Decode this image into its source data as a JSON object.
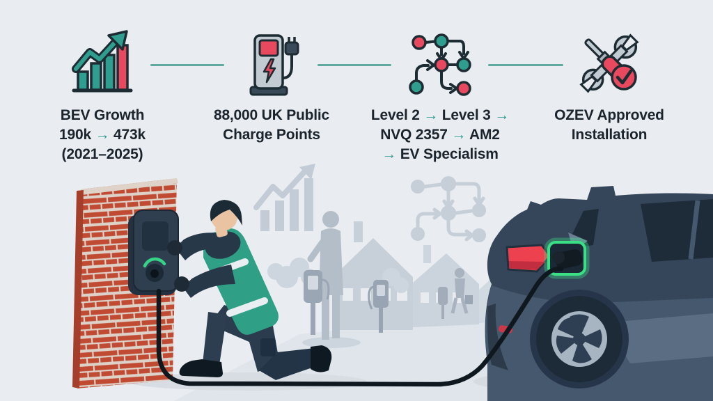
{
  "colors": {
    "bg": "#e9edf1",
    "text": "#1b242c",
    "teal": "#2f9e8f",
    "red": "#e8495f",
    "dark": "#1d2b33",
    "connector": "#5fa99e"
  },
  "steps": [
    {
      "icon": "growth-bar-chart-icon",
      "lines": [
        "BEV Growth",
        "190k → 473k",
        "(2021–2025)"
      ]
    },
    {
      "icon": "ev-charge-point-icon",
      "lines": [
        "88,000 UK Public",
        "Charge Points"
      ]
    },
    {
      "icon": "qualification-pathway-flowchart-icon",
      "lines": [
        "Level 2 → Level 3 →",
        "NVQ 2357 → AM2",
        "→ EV Specialism"
      ]
    },
    {
      "icon": "wrench-screwdriver-check-icon",
      "lines": [
        "OZEV Approved",
        "Installation"
      ]
    }
  ],
  "scene": {
    "elements": [
      "brick-wall",
      "wall-mounted-ev-charger",
      "technician-installing-charger",
      "background-growth-chart-watermark",
      "background-flowchart-watermark",
      "background-houses",
      "background-people",
      "background-charge-posts",
      "electric-car",
      "charging-cable",
      "charge-port-green"
    ]
  }
}
